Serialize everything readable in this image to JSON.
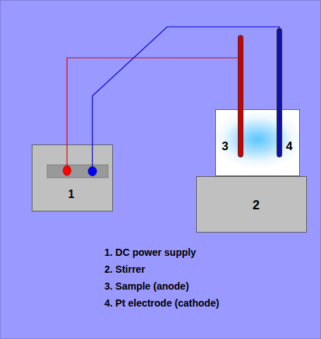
{
  "diagram": {
    "nodes": [
      {
        "text": [
          "1"
        ]
      },
      {
        "text": [
          "3",
          "4"
        ]
      },
      {
        "text": [
          "2"
        ]
      }
    ],
    "labels": [
      "1. DC power supply",
      "2. Stirrer",
      "3. Sample (anode)",
      "4. Pt electrode (cathode)"
    ]
  }
}
